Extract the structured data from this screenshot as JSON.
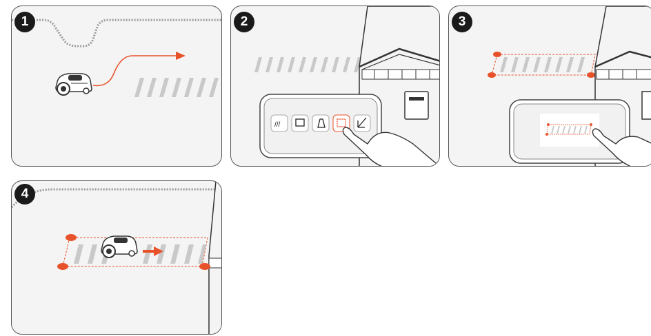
{
  "steps": [
    {
      "number": "1"
    },
    {
      "number": "2"
    },
    {
      "number": "3"
    },
    {
      "number": "4"
    }
  ],
  "colors": {
    "accent": "#e8522b",
    "stripe": "#c9c9c9",
    "outline": "#555555",
    "panel_bg": "#f4f4f4",
    "badge": "#1a1a1a"
  },
  "icons": {
    "step1": [
      "mower-icon",
      "path-arrow-icon"
    ],
    "step2": [
      "house-icon",
      "garage-door-icon",
      "tablet-icon",
      "hand-pointer-icon",
      "crosswalk-icon"
    ],
    "step3": [
      "house-icon",
      "tablet-icon",
      "hand-pointer-icon",
      "boundary-marker-icon"
    ],
    "step4": [
      "mower-icon",
      "direction-arrow-icon",
      "boundary-marker-icon"
    ]
  }
}
